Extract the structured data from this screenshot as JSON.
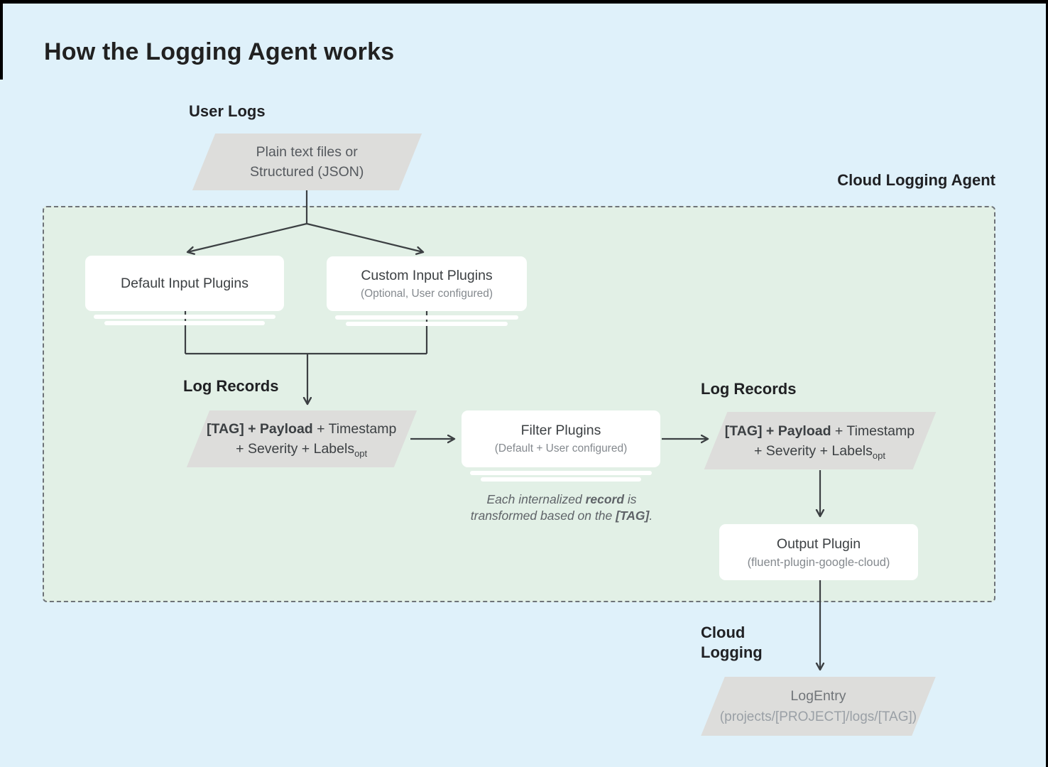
{
  "title": "How the Logging Agent works",
  "labels": {
    "user_logs": "User Logs",
    "cloud_logging_agent": "Cloud Logging Agent",
    "log_records": "Log Records",
    "cloud_logging_line1": "Cloud",
    "cloud_logging_line2": "Logging"
  },
  "nodes": {
    "user_input": {
      "line1": "Plain text files or",
      "line2": "Structured (JSON)"
    },
    "default_input": {
      "title": "Default Input Plugins"
    },
    "custom_input": {
      "title": "Custom Input Plugins",
      "subtitle": "(Optional, User configured)"
    },
    "log_record": {
      "line1_bold": "[TAG] + Payload",
      "line1_rest": " + Timestamp",
      "line2_text": "+ Severity + Labels",
      "line2_subscript": "opt"
    },
    "filter_plugins": {
      "title": "Filter Plugins",
      "subtitle": "(Default + User configured)"
    },
    "output_plugin": {
      "title": "Output Plugin",
      "subtitle": "(fluent-plugin-google-cloud)"
    },
    "log_entry": {
      "title": "LogEntry",
      "subtitle": "(projects/[PROJECT]/logs/[TAG])"
    }
  },
  "note": {
    "line1_pre": "Each internalized ",
    "line1_bold": "record",
    "line1_post": " is",
    "line2_pre": "transformed based on the ",
    "line2_bold": "[TAG]",
    "line2_post": "."
  },
  "colors": {
    "background": "#dff1fa",
    "agent_panel": "#e2f0e6",
    "shape_fill": "#dddddb",
    "node_fill": "#ffffff",
    "connector": "#3c4043",
    "dashed_border": "#6e7378",
    "heading_text": "#202124",
    "body_text": "#3c4043",
    "muted_text": "#84898e"
  }
}
